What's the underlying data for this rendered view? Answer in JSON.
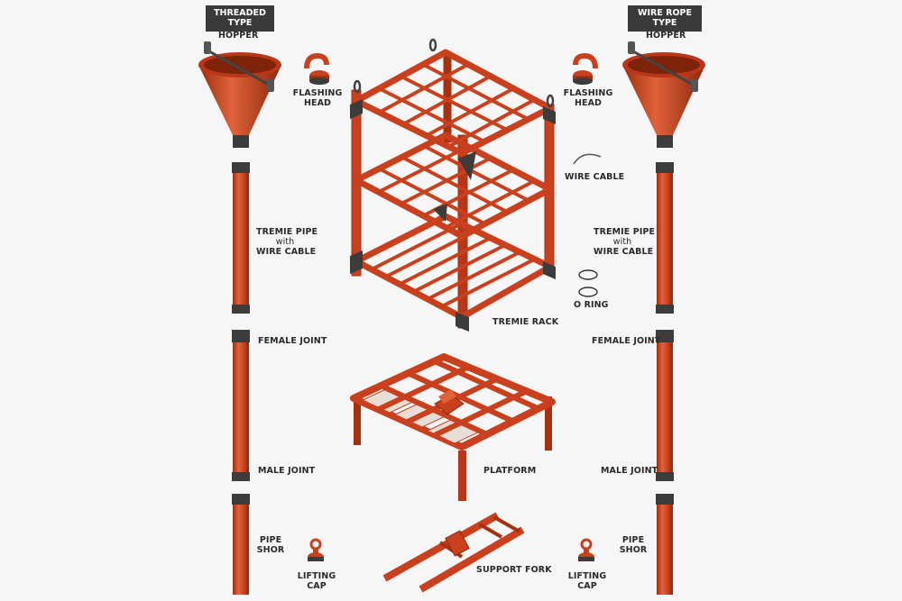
{
  "left_column": {
    "type_badge": [
      "THREADED",
      "TYPE"
    ],
    "hopper": "HOPPER",
    "flashing_head": [
      "FLASHING",
      "HEAD"
    ],
    "tremie_pipe": [
      "TREMIE PIPE",
      "with",
      "WIRE CABLE"
    ],
    "female_joint": "FEMALE JOINT",
    "male_joint": "MALE JOINT",
    "pipe_shor": [
      "PIPE",
      "SHOR"
    ],
    "lifting_cap": [
      "LIFTING",
      "CAP"
    ]
  },
  "right_column": {
    "type_badge": [
      "WIRE ROPE",
      "TYPE"
    ],
    "hopper": "HOPPER",
    "flashing_head": [
      "FLASHING",
      "HEAD"
    ],
    "wire_cable": "WIRE CABLE",
    "o_ring": "O RING",
    "tremie_pipe": [
      "TREMIE PIPE",
      "with",
      "WIRE CABLE"
    ],
    "female_joint": "FEMALE JOINT",
    "male_joint": "MALE JOINT",
    "pipe_shor": [
      "PIPE",
      "SHOR"
    ],
    "lifting_cap": [
      "LIFTING",
      "CAP"
    ]
  },
  "center": {
    "tremie_rack": "TREMIE RACK",
    "platform": "PLATFORM",
    "support_fork": "SUPPORT FORK"
  },
  "colors": {
    "steel_red": "#c8401e",
    "steel_dark": "#a4310f",
    "steel_light": "#e0623a",
    "joint": "#3c3c3c",
    "background": "#f6f6f6"
  }
}
